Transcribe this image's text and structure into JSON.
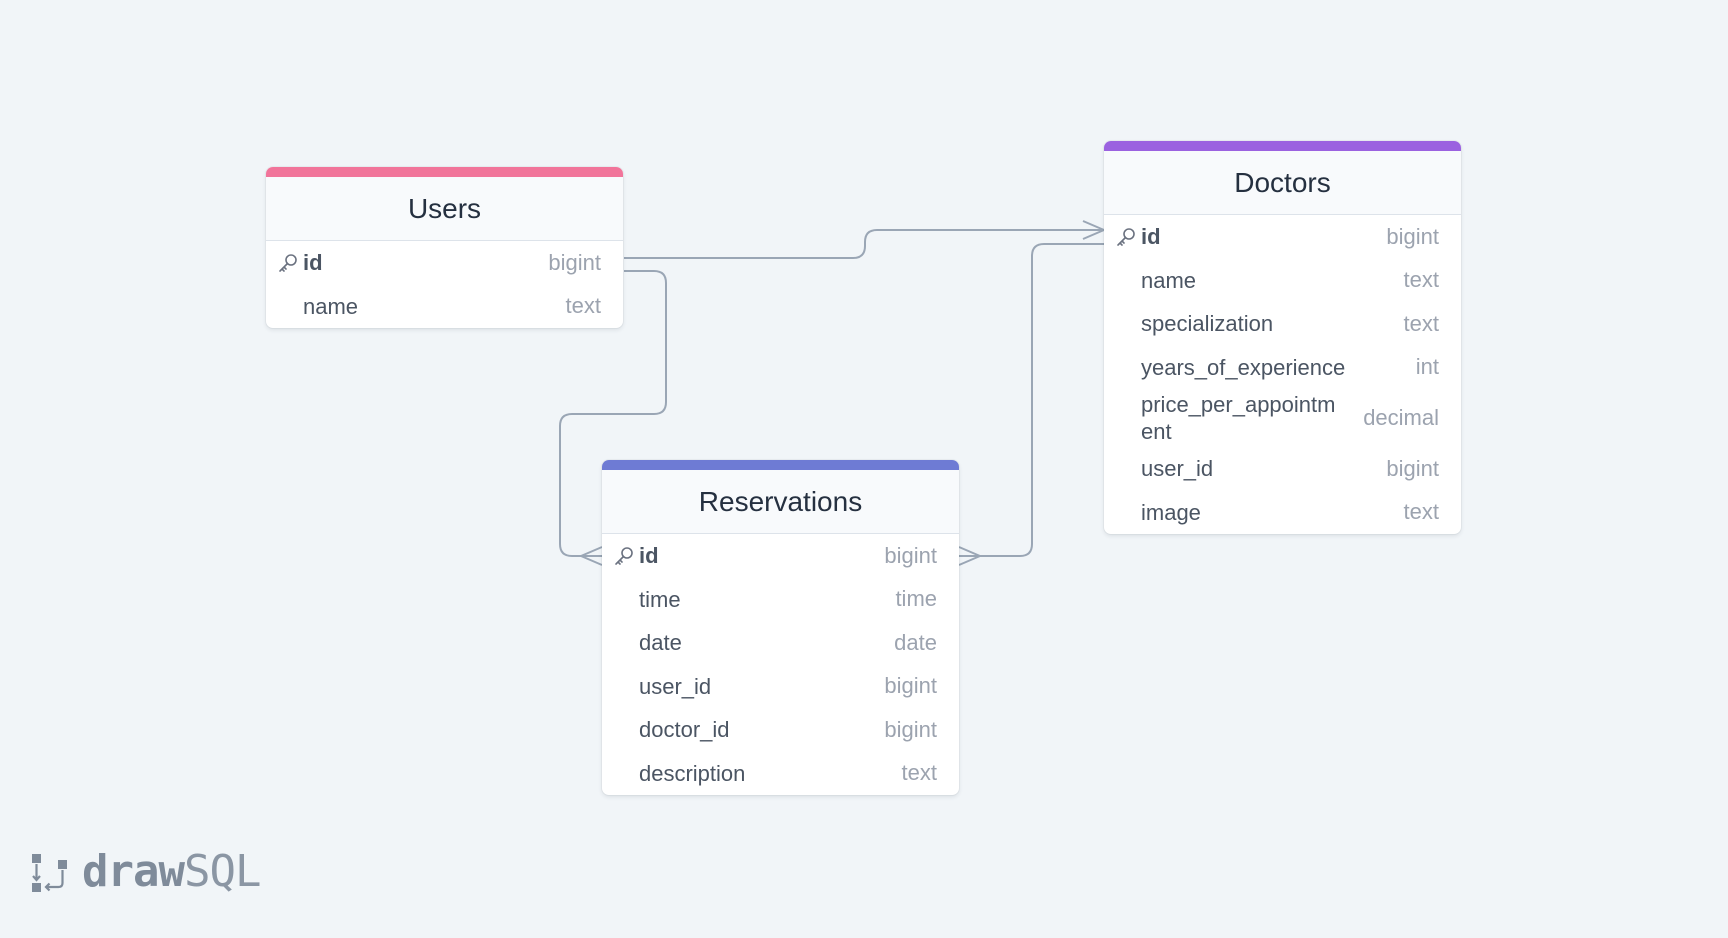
{
  "tables": [
    {
      "id": "users",
      "name": "Users",
      "color": "#f1749a",
      "columns": [
        {
          "name": "id",
          "type": "bigint",
          "pk": true
        },
        {
          "name": "name",
          "type": "text"
        }
      ]
    },
    {
      "id": "doctors",
      "name": "Doctors",
      "color": "#9b62e0",
      "columns": [
        {
          "name": "id",
          "type": "bigint",
          "pk": true
        },
        {
          "name": "name",
          "type": "text"
        },
        {
          "name": "specialization",
          "type": "text"
        },
        {
          "name": "years_of_experience",
          "type": "int"
        },
        {
          "name": "price_per_appointm\nent",
          "type": "decimal"
        },
        {
          "name": "user_id",
          "type": "bigint"
        },
        {
          "name": "image",
          "type": "text"
        }
      ]
    },
    {
      "id": "reservations",
      "name": "Reservations",
      "color": "#6e7bd4",
      "columns": [
        {
          "name": "id",
          "type": "bigint",
          "pk": true
        },
        {
          "name": "time",
          "type": "time"
        },
        {
          "name": "date",
          "type": "date"
        },
        {
          "name": "user_id",
          "type": "bigint"
        },
        {
          "name": "doctor_id",
          "type": "bigint"
        },
        {
          "name": "description",
          "type": "text"
        }
      ]
    }
  ],
  "relationships": [
    {
      "from": "users.id",
      "to": "doctors.id",
      "from_cardinality": "one",
      "to_cardinality": "many"
    },
    {
      "from": "users.id",
      "to": "reservations.id",
      "from_cardinality": "one",
      "to_cardinality": "many"
    },
    {
      "from": "doctors.id",
      "to": "reservations.id",
      "from_cardinality": "one",
      "to_cardinality": "many"
    }
  ],
  "icons": {
    "primary_key": "key-icon",
    "brand": "drawsql-logo-icon"
  },
  "brand": {
    "part1": "draw",
    "part2": "SQL"
  },
  "colors": {
    "background": "#f1f5f8",
    "connector": "#9aa6b5",
    "text": "#4b5563",
    "type_text": "#9ca3af"
  }
}
